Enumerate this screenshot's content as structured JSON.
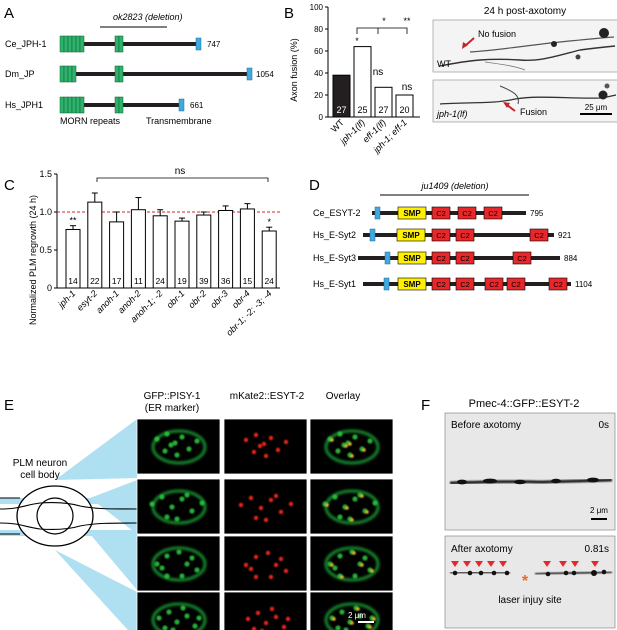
{
  "panels": {
    "A": {
      "letter": "A",
      "deletion_label": "ok2823 (deletion)",
      "proteins": [
        {
          "name": "Ce_JPH-1",
          "length": "747"
        },
        {
          "name": "Dm_JP",
          "length": "1054"
        },
        {
          "name": "Hs_JPH1",
          "length": "661"
        }
      ],
      "legend_morn": "MORN repeats",
      "legend_tm": "Transmembrane",
      "colors": {
        "morn": "#2db36b",
        "tm": "#3fa9e0",
        "line": "#231f20"
      }
    },
    "B": {
      "letter": "B",
      "chart_data": {
        "type": "bar",
        "ylabel": "Axon fusion (%)",
        "ylim": [
          0,
          100
        ],
        "yticks": [
          "0",
          "20",
          "40",
          "60",
          "80",
          "100"
        ],
        "categories": [
          "WT",
          "jph-1(lf)",
          "eff-1(lf)",
          "jph-1; eff-1"
        ],
        "values": [
          38,
          64,
          27,
          20
        ],
        "n": [
          "27",
          "25",
          "27",
          "20"
        ],
        "bar_fill": [
          "#231f20",
          "#ffffff",
          "#ffffff",
          "#ffffff"
        ],
        "marks": {
          "jph1": "*",
          "eff1": "ns",
          "double": "ns",
          "bracket1": "*",
          "bracket2": "**"
        }
      },
      "image_title": "24 h post-axotomy",
      "img1": {
        "label": "WT",
        "annotation": "No fusion"
      },
      "img2": {
        "label": "jph-1(lf)",
        "annotation": "Fusion",
        "scale": "25 μm"
      }
    },
    "C": {
      "letter": "C",
      "chart_data": {
        "type": "bar",
        "ylabel": "Normalized PLM regrowth (24 h)",
        "ylim": [
          0,
          1.5
        ],
        "yticks": [
          "0",
          "0.5",
          "1.0",
          "1.5"
        ],
        "categories": [
          "jph-1",
          "esyt-2",
          "anoh-1",
          "anoh-2",
          "anoh-1; -2",
          "obr-1",
          "obr-2",
          "obr-3",
          "obr-4",
          "obr-1; -2; -3; -4"
        ],
        "values": [
          0.77,
          1.13,
          0.87,
          1.03,
          0.95,
          0.88,
          0.96,
          1.02,
          1.04,
          0.75
        ],
        "errors": [
          0.05,
          0.12,
          0.13,
          0.16,
          0.08,
          0.04,
          0.04,
          0.06,
          0.07,
          0.05
        ],
        "n": [
          "14",
          "22",
          "17",
          "11",
          "24",
          "19",
          "39",
          "36",
          "15",
          "24"
        ],
        "reference_line": 1.0,
        "sig": [
          "**",
          "",
          "",
          "",
          "",
          "",
          "",
          "",
          "",
          "*"
        ],
        "bracket_label": "ns"
      }
    },
    "D": {
      "letter": "D",
      "deletion_label": "ju1409 (deletion)",
      "proteins": [
        {
          "name": "Ce_ESYT-2",
          "length": "795"
        },
        {
          "name": "Hs_E-Syt2",
          "length": "921"
        },
        {
          "name": "Hs_E-Syt3",
          "length": "884"
        },
        {
          "name": "Hs_E-Syt1",
          "length": "1104"
        }
      ],
      "smp": "SMP",
      "c2": "C2",
      "colors": {
        "smp": "#ffef00",
        "c2": "#e8272a",
        "tm": "#3fa9e0"
      }
    },
    "E": {
      "letter": "E",
      "neuron_label_1": "PLM neuron",
      "neuron_label_2": "cell body",
      "col1_line1": "GFP::PISY-1",
      "col1_line2": "(ER marker)",
      "col2": "mKate2::ESYT-2",
      "col3": "Overlay",
      "scale": "2 μm"
    },
    "F": {
      "letter": "F",
      "title": "Pmec-4::GFP::ESYT-2",
      "before_label": "Before axotomy",
      "before_time": "0s",
      "before_scale": "2 μm",
      "after_label": "After axotomy",
      "after_time": "0.81s",
      "injury_label": "laser injuy site"
    }
  }
}
